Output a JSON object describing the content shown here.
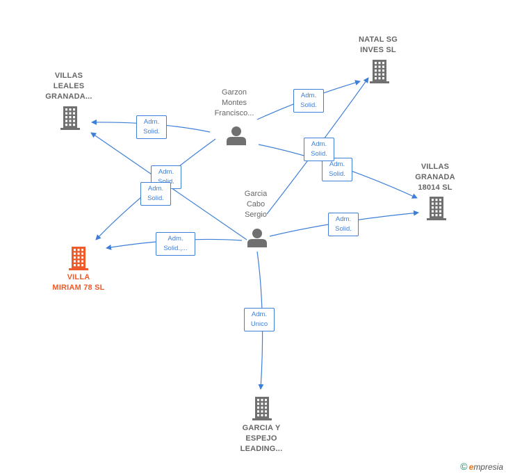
{
  "colors": {
    "edge": "#3d7fd8",
    "company_icon": "#707070",
    "focus_company_icon": "#f05a28",
    "person_icon": "#707070"
  },
  "nodes": [
    {
      "id": "natal",
      "type": "company",
      "lines": [
        "NATAL SG",
        "INVES  SL"
      ]
    },
    {
      "id": "leales",
      "type": "company",
      "lines": [
        "VILLAS",
        "LEALES",
        "GRANADA..."
      ]
    },
    {
      "id": "granada18014",
      "type": "company",
      "lines": [
        "VILLAS",
        "GRANADA",
        "18014  SL"
      ]
    },
    {
      "id": "miriam",
      "type": "company",
      "focus": true,
      "lines": [
        "VILLA",
        "MIRIAM 78  SL"
      ]
    },
    {
      "id": "espejo",
      "type": "company",
      "lines": [
        "GARCIA Y",
        "ESPEJO",
        "LEADING..."
      ]
    },
    {
      "id": "garzon",
      "type": "person",
      "lines": [
        "Garzon",
        "Montes",
        "Francisco..."
      ]
    },
    {
      "id": "garcia",
      "type": "person",
      "lines": [
        "Garcia",
        "Cabo",
        "Sergio"
      ]
    }
  ],
  "edges": [
    {
      "from": "garzon",
      "to": "natal",
      "label": [
        "Adm.",
        "Solid."
      ]
    },
    {
      "from": "garzon",
      "to": "leales",
      "label": [
        "Adm.",
        "Solid."
      ]
    },
    {
      "from": "garzon",
      "to": "granada18014",
      "label": [
        "Adm.",
        "Solid."
      ]
    },
    {
      "from": "garzon",
      "to": "miriam",
      "label": [
        "Adm.",
        "Solid."
      ]
    },
    {
      "from": "garcia",
      "to": "leales",
      "label": [
        "Adm.",
        "Solid."
      ]
    },
    {
      "from": "garcia",
      "to": "natal",
      "label": [
        "Adm.",
        "Solid."
      ]
    },
    {
      "from": "garcia",
      "to": "granada18014",
      "label": [
        "Adm.",
        "Solid."
      ]
    },
    {
      "from": "garcia",
      "to": "miriam",
      "label": [
        "Adm.",
        "Solid.,..."
      ]
    },
    {
      "from": "garcia",
      "to": "espejo",
      "label": [
        "Adm.",
        "Unico"
      ]
    }
  ],
  "watermark": {
    "symbol": "©",
    "brand_initial": "e",
    "brand_rest": "mpresia"
  }
}
